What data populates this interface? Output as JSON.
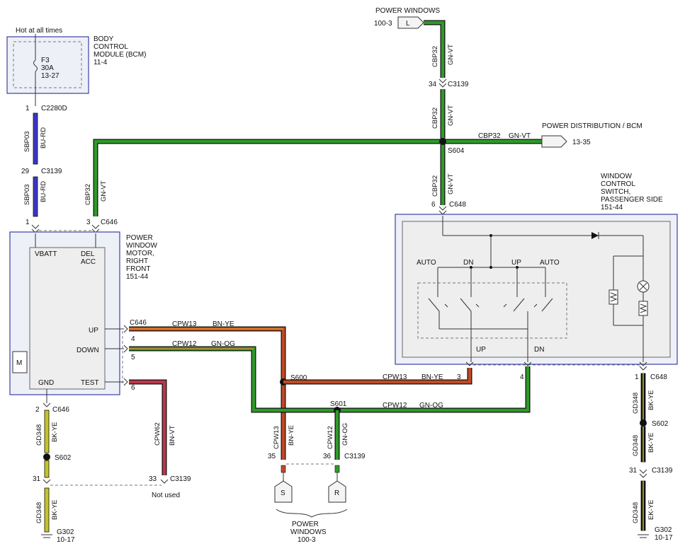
{
  "colors": {
    "green": "#2f9a2a",
    "green_dark": "#1c6e1a",
    "blue": "#3a36c6",
    "red": "#b8394a",
    "brown_red": "#c04a28",
    "olive": "#c4c42a",
    "black": "#111111"
  },
  "labels": {
    "hot": "Hot at all times",
    "bcm_title": [
      "BODY",
      "CONTROL",
      "MODULE (BCM)",
      "11-4"
    ],
    "fuse": [
      "F3",
      "30A",
      "13-27"
    ],
    "c2280d": "C2280D",
    "c2280d_pin": "1",
    "c3139_a": "C3139",
    "c3139_a_pin": "29",
    "sbp03": "SBP03",
    "bu_rd": "BU-RD",
    "cbp32": "CBP32",
    "gn_vt": "GN-VT",
    "c646_a": "C646",
    "pin1": "1",
    "pin3": "3",
    "pwm_title": [
      "POWER",
      "WINDOW",
      "MOTOR,",
      "RIGHT",
      "FRONT",
      "151-44"
    ],
    "vbatt": "VBATT",
    "del_acc": [
      "DEL",
      "ACC"
    ],
    "up": "UP",
    "down": "DOWN",
    "gnd": "GND",
    "test": "TEST",
    "motor": "M",
    "c646_b": "C646",
    "pin4": "4",
    "pin5": "5",
    "pin6": "6",
    "cpw13": "CPW13",
    "bn_ye": "BN-YE",
    "cpw12": "CPW12",
    "gn_og": "GN-OG",
    "cpw62": "CPW62",
    "bn_vt": "BN-VT",
    "s600": "S600",
    "s601": "S601",
    "c646_c": "C646",
    "pin2": "2",
    "gd348": "GD348",
    "bk_ye": "BK-YE",
    "s602": "S602",
    "pin31": "31",
    "pin33": "33",
    "c3139_b": "C3139",
    "not_used": "Not used",
    "g302": "G302",
    "g302_ref": "10-17",
    "pin35": "35",
    "pin36": "36",
    "c3139_c": "C3139",
    "conn_s": "S",
    "conn_r": "R",
    "pw_bottom": [
      "POWER",
      "WINDOWS",
      "100-3"
    ],
    "pw_top": "POWER WINDOWS",
    "ref_100_3": "100-3",
    "conn_l": "L",
    "c3139_d": "C3139",
    "pin34": "34",
    "pd_bcm": "POWER DISTRIBUTION / BCM",
    "ref_13_35": "13-35",
    "s604": "S604",
    "c648_a": "C648",
    "wcs_title": [
      "WINDOW",
      "CONTROL",
      "SWITCH,",
      "PASSENGER SIDE",
      "151-44"
    ],
    "auto": "AUTO",
    "dn": "DN",
    "sw_up": "UP",
    "sw_dn": "DN",
    "c648_b": "C648",
    "ek_ye": "EK-YE"
  }
}
